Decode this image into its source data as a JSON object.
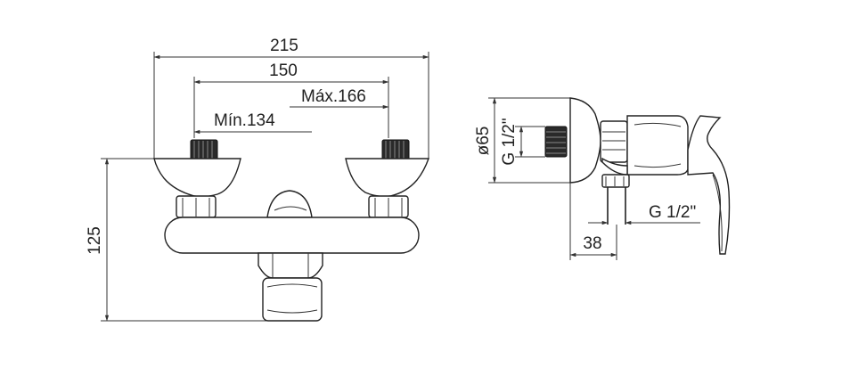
{
  "front_view": {
    "dimensions": {
      "overall_width": "215",
      "center_distance": "150",
      "max_distance": "Máx.166",
      "min_distance": "Mín.134",
      "height": "125"
    }
  },
  "side_view": {
    "dimensions": {
      "rosette_diameter": "ø65",
      "inlet_thread": "G 1/2\"",
      "outlet_thread": "G 1/2\"",
      "projection": "38"
    }
  },
  "colors": {
    "line": "#222222",
    "thread": "#2a2a2a",
    "background": "#ffffff"
  }
}
